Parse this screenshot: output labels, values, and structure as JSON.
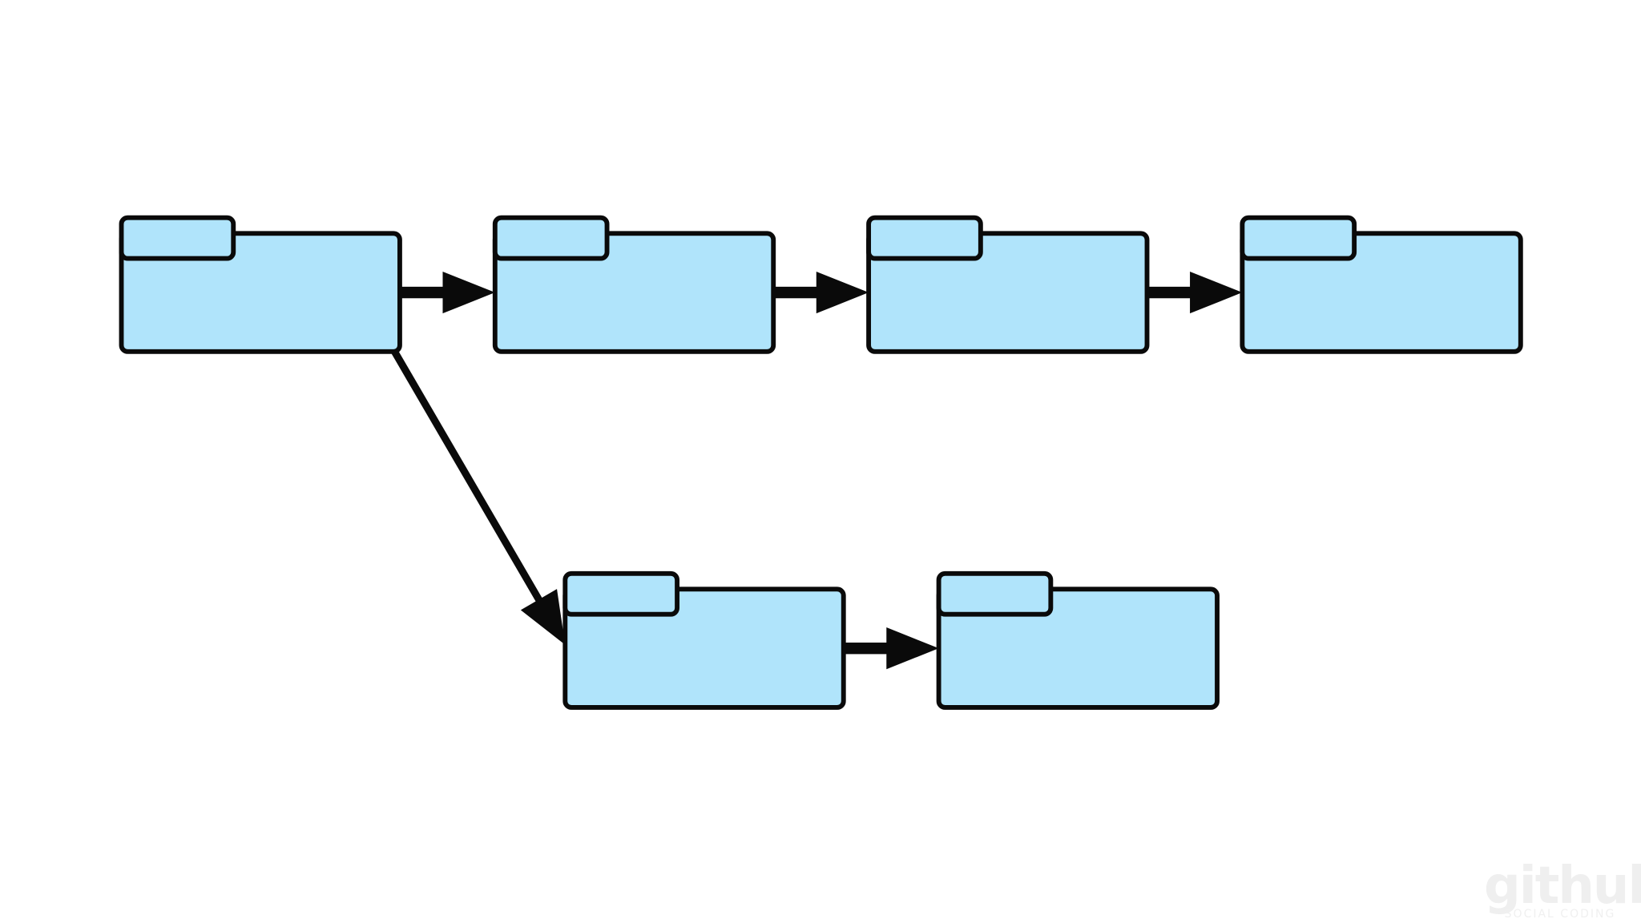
{
  "diagram": {
    "style": {
      "folder_fill": "#b0e4fb",
      "stroke": "#0a0a0a",
      "background": "#ffffff",
      "watermark_color": "#eeeeee"
    },
    "nodes": [
      {
        "id": "folder-1",
        "icon": "folder-icon"
      },
      {
        "id": "folder-2",
        "icon": "folder-icon"
      },
      {
        "id": "folder-3",
        "icon": "folder-icon"
      },
      {
        "id": "folder-4",
        "icon": "folder-icon"
      },
      {
        "id": "folder-5",
        "icon": "folder-icon"
      },
      {
        "id": "folder-6",
        "icon": "folder-icon"
      }
    ],
    "edges": [
      {
        "from": "folder-1",
        "to": "folder-2"
      },
      {
        "from": "folder-2",
        "to": "folder-3"
      },
      {
        "from": "folder-3",
        "to": "folder-4"
      },
      {
        "from": "folder-1",
        "to": "folder-5"
      },
      {
        "from": "folder-5",
        "to": "folder-6"
      }
    ]
  },
  "watermark": {
    "logo_text": "github",
    "tagline": "SOCIAL CODING"
  }
}
